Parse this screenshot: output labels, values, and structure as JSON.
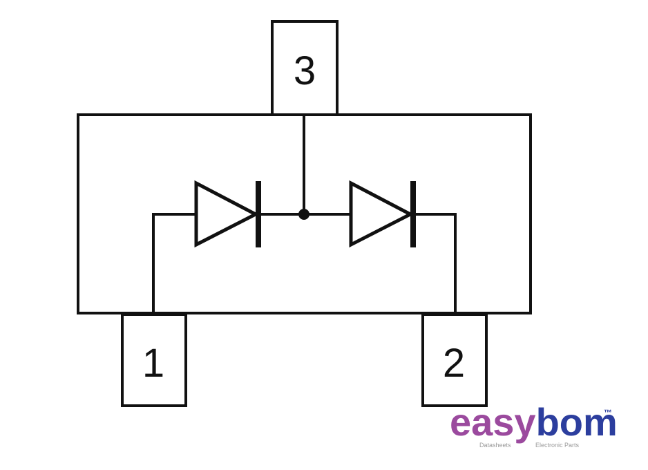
{
  "pins": {
    "pin1_label": "1",
    "pin2_label": "2",
    "pin3_label": "3"
  },
  "watermark": {
    "part1": "easy",
    "part2": "bom",
    "tm": "™",
    "tag_left": "Datasheets",
    "tag_right": "Electronic Parts",
    "color_easy": "#9b4a9e",
    "color_bom": "#2c3e9e"
  },
  "colors": {
    "line": "#111111",
    "background": "#ffffff"
  }
}
